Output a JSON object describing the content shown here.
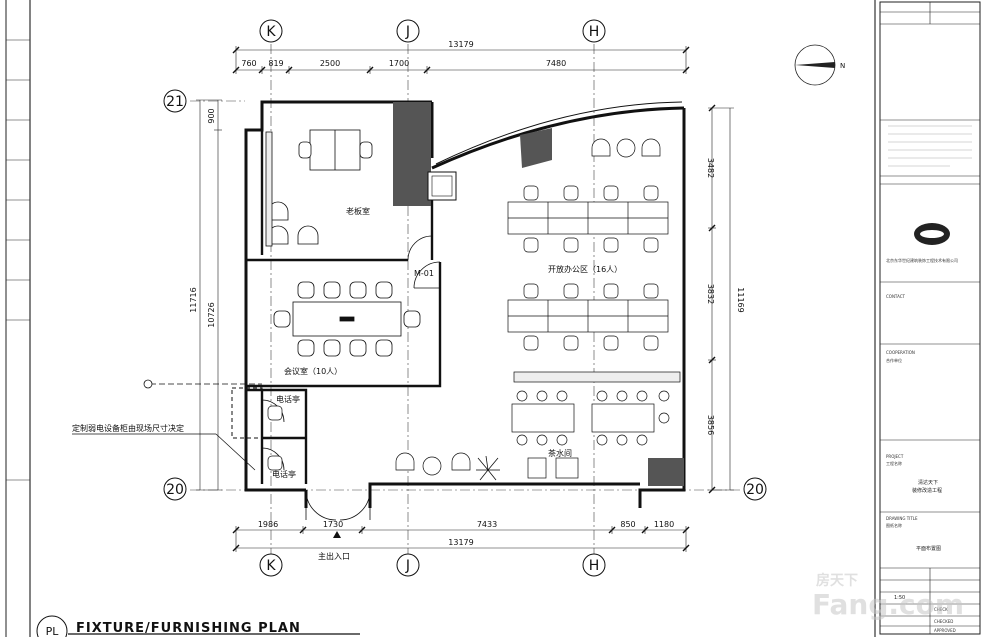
{
  "axes": {
    "top": [
      "K",
      "J",
      "H"
    ],
    "bottom": [
      "K",
      "J",
      "H"
    ],
    "left": [
      "21",
      "20"
    ],
    "right": [
      "20"
    ]
  },
  "dimensions": {
    "top_overall": "13179",
    "top_segments": [
      "760",
      "819",
      "2500",
      "1700",
      "7480"
    ],
    "bottom_overall": "13179",
    "bottom_segments": [
      "1986",
      "1730",
      "7433",
      "850",
      "1180"
    ],
    "left_small": "900",
    "left_overall": "11716",
    "left_inner": "10726",
    "right_overall": "11169",
    "right_segments": [
      "3482",
      "3832",
      "3856"
    ]
  },
  "rooms": {
    "boss_office": "老板室",
    "meeting_room": "会议室（10人）",
    "open_office": "开放办公区（16人）",
    "tea_room": "茶水间",
    "phone_booth_1": "电话亭",
    "phone_booth_2": "电话亭",
    "door_tag": "M-01",
    "entrance": "主出入口"
  },
  "annotation": "定制弱电设备柜由现场尺寸决定",
  "title": {
    "badge": "PL",
    "text": "FIXTURE/FURNISHING PLAN"
  },
  "title_block": {
    "company": "北京东华世纪建筑装饰工程技术有限公司",
    "contact_label": "CONTACT",
    "cooperation_label": "COOPERATION",
    "cooperation_sub": "合作单位",
    "project_label": "PROJECT",
    "project_sub": "工程名称",
    "project_name_1": "清达天下",
    "project_name_2": "装修改造工程",
    "drawing_title_label": "DRAWING TITLE",
    "drawing_title_sub": "图纸名称",
    "drawing_title": "平面布置图",
    "scale": "1:50",
    "approved": "APPROVED",
    "check": "CHECK",
    "checked": "CHECKED"
  },
  "watermark": {
    "brand": "房天下",
    "domain": "Fang.com"
  }
}
